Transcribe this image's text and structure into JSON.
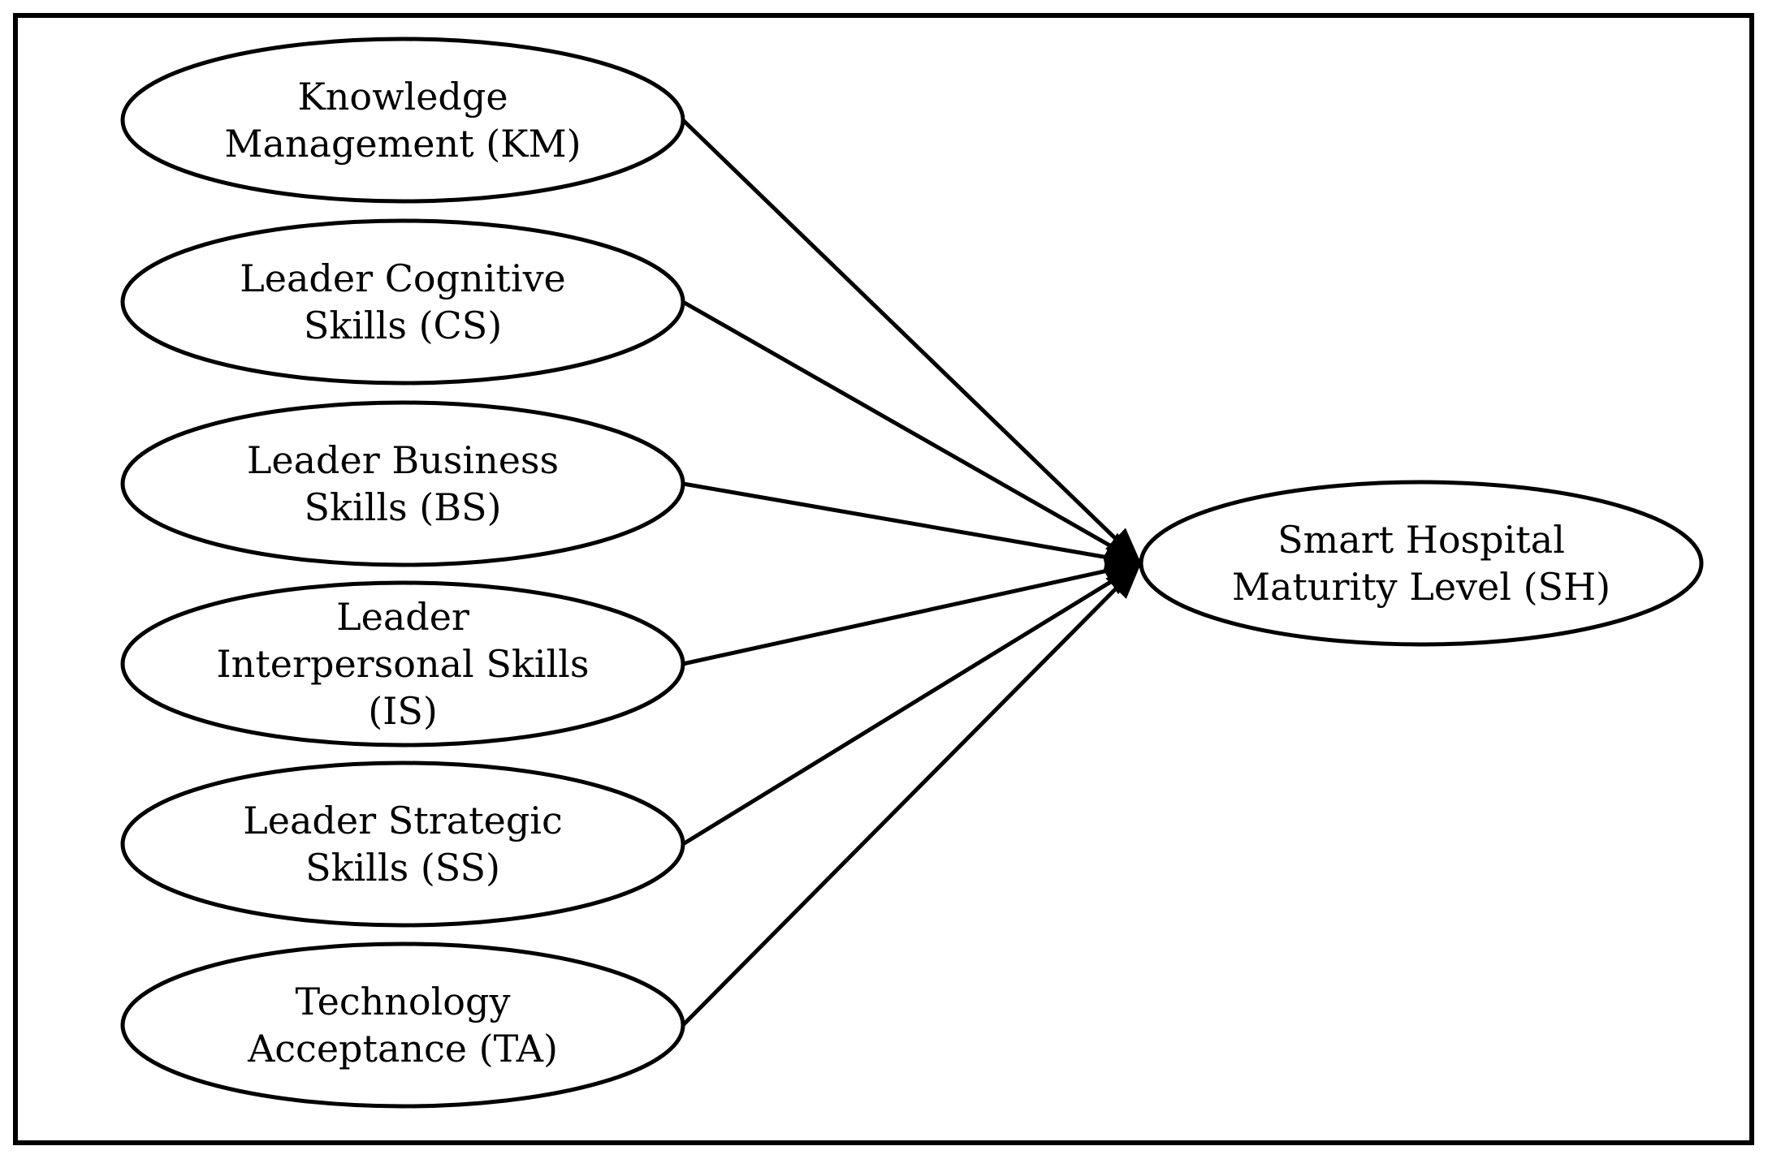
{
  "diagram": {
    "predictors": [
      {
        "id": "KM",
        "lines": [
          "Knowledge",
          "Management  (KM)"
        ]
      },
      {
        "id": "CS",
        "lines": [
          "Leader Cognitive",
          "Skills (CS)"
        ]
      },
      {
        "id": "BS",
        "lines": [
          "Leader Business",
          "Skills (BS)"
        ]
      },
      {
        "id": "IS",
        "lines": [
          "Leader",
          "Interpersonal Skills",
          "(IS)"
        ]
      },
      {
        "id": "SS",
        "lines": [
          "Leader Strategic",
          "Skills (SS)"
        ]
      },
      {
        "id": "TA",
        "lines": [
          "Technology",
          "Acceptance (TA)"
        ]
      }
    ],
    "outcome": {
      "id": "SH",
      "lines": [
        "Smart Hospital",
        "Maturity Level (SH)"
      ]
    },
    "edges": [
      {
        "from": "KM",
        "to": "SH"
      },
      {
        "from": "CS",
        "to": "SH"
      },
      {
        "from": "BS",
        "to": "SH"
      },
      {
        "from": "IS",
        "to": "SH"
      },
      {
        "from": "SS",
        "to": "SH"
      },
      {
        "from": "TA",
        "to": "SH"
      }
    ],
    "colors": {
      "stroke": "#000000",
      "fill": "#ffffff"
    }
  }
}
